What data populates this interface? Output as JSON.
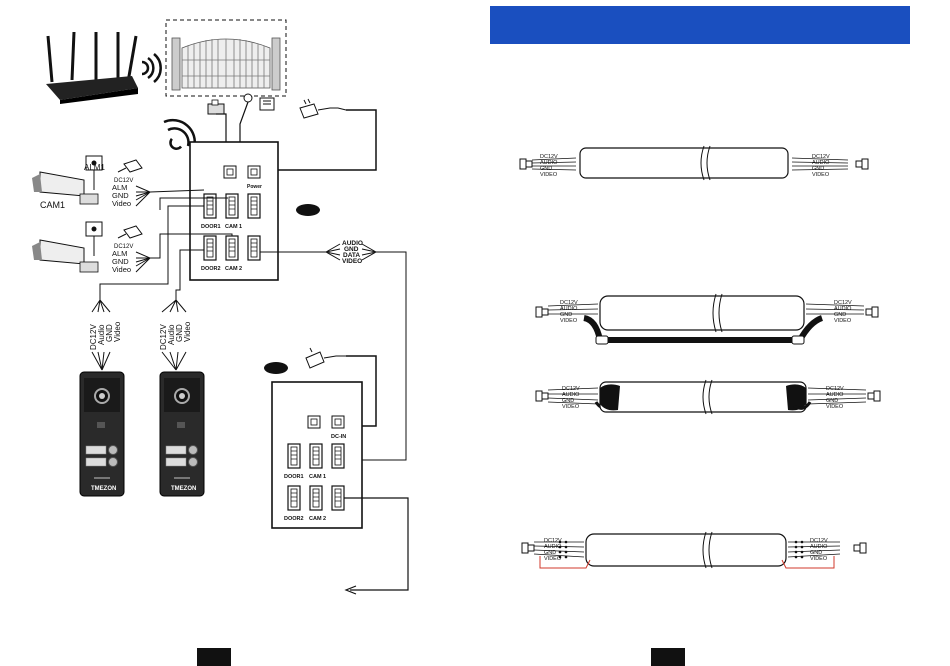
{
  "colors": {
    "header_bar": "#1a4fbf",
    "cable_red": "#d0392b",
    "ink": "#111111"
  },
  "monitor_top": {
    "ports": [
      "DOOR1",
      "CAM 1",
      "DOOR2",
      "CAM 2"
    ],
    "power_label": "Power"
  },
  "monitor_bottom": {
    "ports": [
      "DOOR1",
      "CAM 1",
      "DOOR2",
      "CAM 2"
    ],
    "dc_in_label": "DC-IN"
  },
  "cam1": {
    "label": "CAM1",
    "alarm_label": "ALM1",
    "wires": [
      "DC12V",
      "ALM",
      "GND",
      "Video"
    ]
  },
  "cam2": {
    "wires": [
      "DC12V",
      "ALM",
      "GND",
      "Video"
    ]
  },
  "bus_wires": [
    "AUDIO",
    "GND",
    "DATA",
    "VIDEO"
  ],
  "door1_wires": [
    "DC12V",
    "Audio",
    "GND",
    "Video"
  ],
  "door2_wires": [
    "DC12V",
    "Audio",
    "GND",
    "Video"
  ],
  "door_brand": "TMEZON",
  "cable_left_labels": [
    "DC12V",
    "AUDIO",
    "GND",
    "VIDEO"
  ],
  "cable_right_labels": [
    "DC12V",
    "AUDIO",
    "GND",
    "VIDEO"
  ],
  "icons": {
    "router": "router-icon",
    "wifi": "wifi-icon",
    "gate": "gate-icon",
    "adapter": "power-adapter-icon"
  }
}
